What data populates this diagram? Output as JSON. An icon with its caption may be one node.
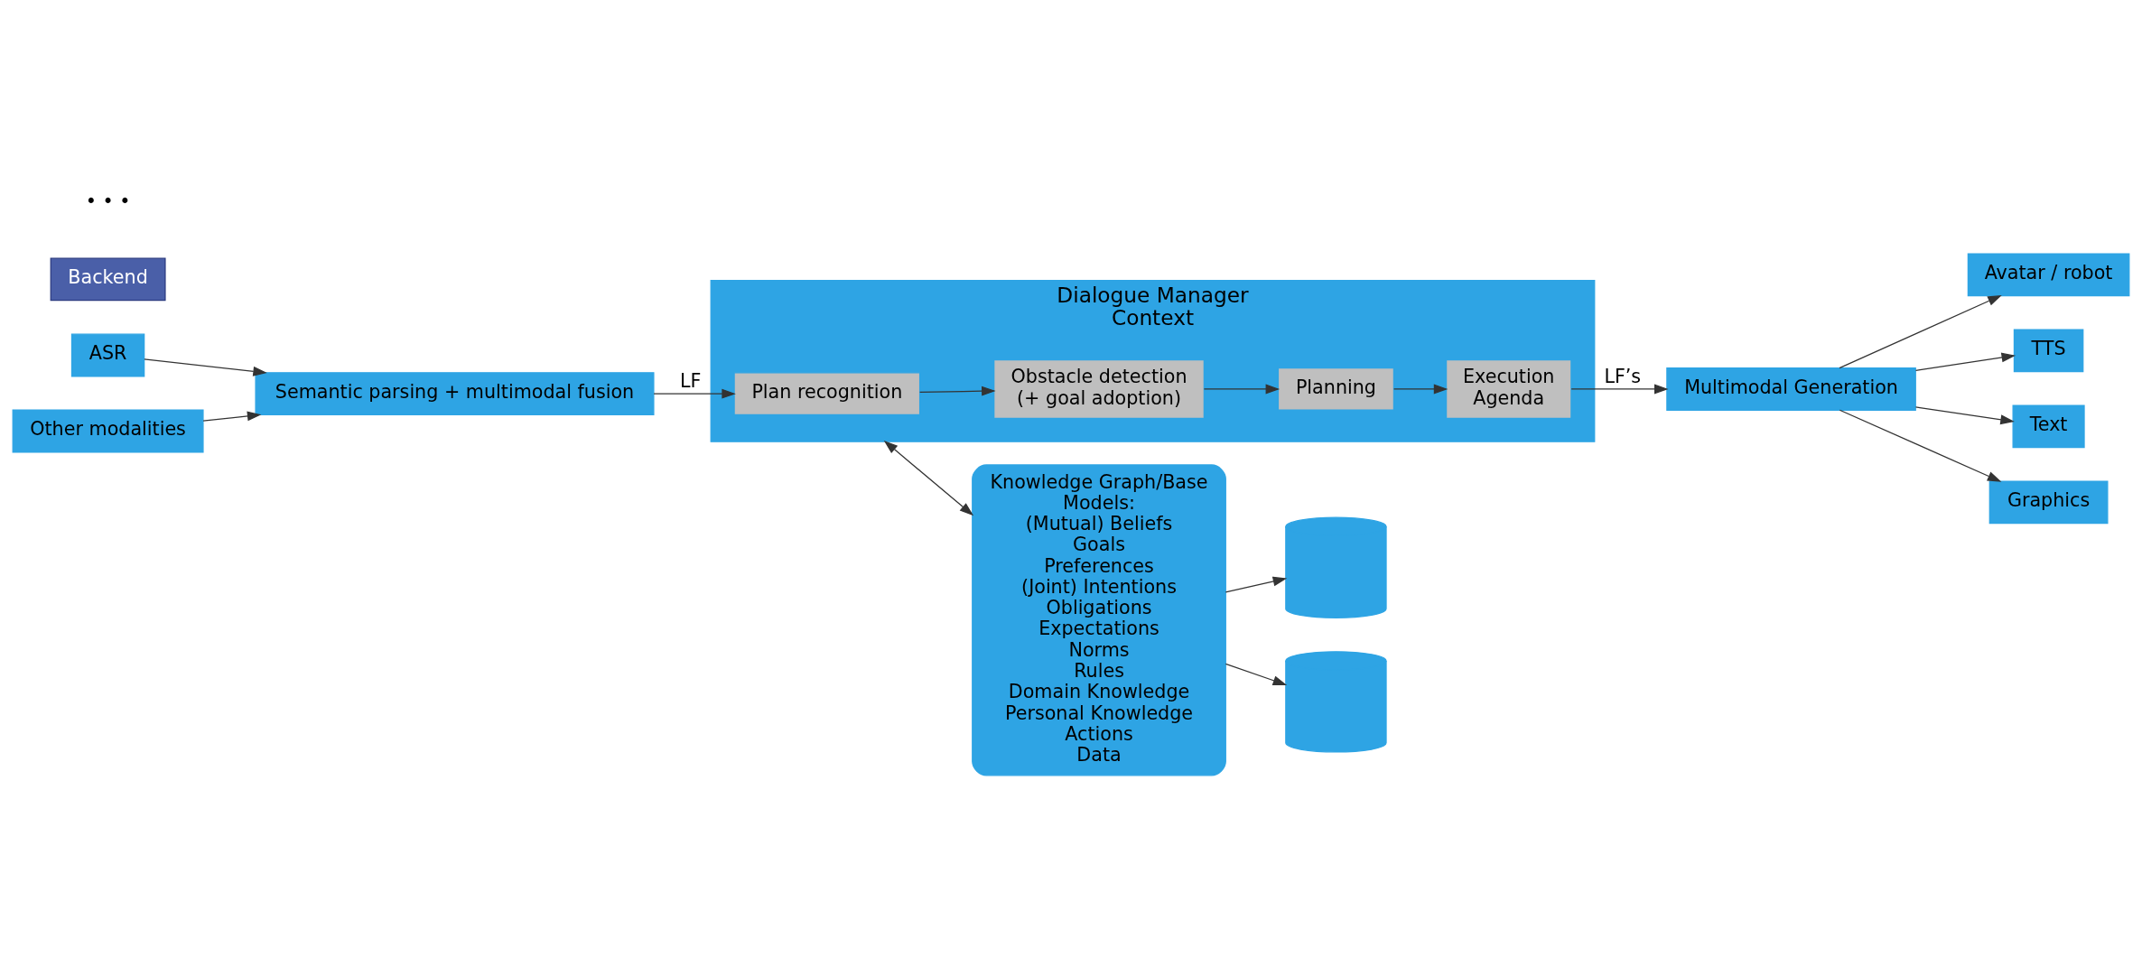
{
  "diagram": {
    "nodes": [
      {
        "text": [
          "ASR"
        ]
      },
      {
        "text": [
          "Other modalities"
        ]
      },
      {
        "text": [
          "Semantic parsing + multimodal fusion"
        ]
      },
      {
        "text": [
          "Multimodal Generation"
        ]
      },
      {
        "text": [
          "Avatar / robot"
        ]
      },
      {
        "text": [
          "TTS"
        ]
      },
      {
        "text": [
          "Text"
        ]
      },
      {
        "text": [
          "Graphics"
        ]
      },
      {
        "text": [
          "Dialogue Manager",
          "Context"
        ]
      },
      {
        "text": [
          "Plan recognition"
        ],
        "in": 8
      },
      {
        "text": [
          "Obstacle detection",
          "(+ goal adoption)"
        ],
        "in": 8
      },
      {
        "text": [
          "Planning"
        ],
        "in": 8
      },
      {
        "text": [
          "Execution",
          "Agenda"
        ],
        "in": 8
      },
      {
        "text": [
          "Knowledge Graph/Base",
          "Models:",
          "(Mutual) Beliefs",
          "Goals",
          "Preferences",
          "(Joint) Intentions",
          "Obligations",
          "Expectations",
          "Norms",
          "Rules",
          "Domain Knowledge",
          "Personal Knowledge",
          "Actions",
          "Data"
        ]
      },
      {
        "text": [
          "Backend"
        ]
      },
      {
        "text": [],
        "shape": "cylinder"
      },
      {
        "text": [],
        "shape": "cylinder"
      }
    ],
    "edges": [
      {
        "from": 0,
        "to": 2,
        "arrow": "to"
      },
      {
        "from": 1,
        "to": 2,
        "arrow": "to"
      },
      {
        "from": 2,
        "to": 9,
        "arrow": "to",
        "label": "LF"
      },
      {
        "from": 9,
        "to": 10,
        "arrow": "to"
      },
      {
        "from": 10,
        "to": 11,
        "arrow": "to"
      },
      {
        "from": 11,
        "to": 12,
        "arrow": "to"
      },
      {
        "from": 12,
        "to": 3,
        "arrow": "to",
        "label": "LF’s"
      },
      {
        "from": 3,
        "to": 4,
        "arrow": "to"
      },
      {
        "from": 3,
        "to": 5,
        "arrow": "to"
      },
      {
        "from": 3,
        "to": 6,
        "arrow": "to"
      },
      {
        "from": 3,
        "to": 7,
        "arrow": "to"
      },
      {
        "from": 8,
        "to": 13,
        "arrow": "both"
      },
      {
        "from": 13,
        "to": 15,
        "arrow": "to"
      },
      {
        "from": 13,
        "to": 16,
        "arrow": "to"
      }
    ],
    "labels": [
      "• • •"
    ]
  }
}
